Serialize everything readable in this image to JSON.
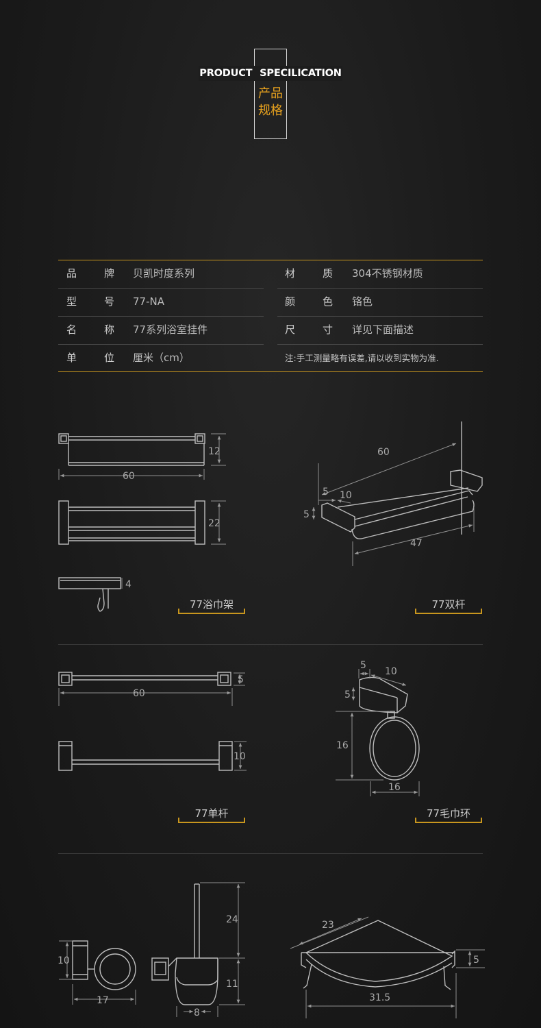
{
  "header": {
    "title_en": "PRODUCT  SPECILICATION",
    "title_cn_line1": "产品",
    "title_cn_line2": "规格"
  },
  "specs": {
    "rows": [
      {
        "l_label": "品牌",
        "l_value": "贝凯时度系列",
        "r_label": "材质",
        "r_value": "304不锈钢材质"
      },
      {
        "l_label": "型号",
        "l_value": "77-NA",
        "r_label": "颜色",
        "r_value": "铬色"
      },
      {
        "l_label": "名称",
        "l_value": "77系列浴室挂件",
        "r_label": "尺寸",
        "r_value": "详见下面描述"
      },
      {
        "l_label": "单位",
        "l_value": "厘米（cm）",
        "r_note": "注:手工测量略有误差,请以收到实物为准."
      }
    ]
  },
  "captions": {
    "towel_rack": "77浴巾架",
    "double_bar": "77双杆",
    "single_bar": "77单杆",
    "towel_ring": "77毛巾环"
  },
  "dimensions": {
    "rack_height": "12",
    "rack_width": "60",
    "rack_depth": "22",
    "rack_side": "4",
    "double_width": "60",
    "double_a": "5",
    "double_b": "10",
    "double_c": "5",
    "double_inner": "47",
    "single_side": "5",
    "single_width": "60",
    "single_height": "10",
    "ring_a": "5",
    "ring_b": "10",
    "ring_c": "5",
    "ring_height": "16",
    "ring_width": "16",
    "cup_height": "10",
    "cup_width": "17",
    "brush_top": "24",
    "brush_bottom": "11",
    "brush_width": "8",
    "shelf_side": "23",
    "shelf_height": "5",
    "shelf_width": "31.5"
  }
}
